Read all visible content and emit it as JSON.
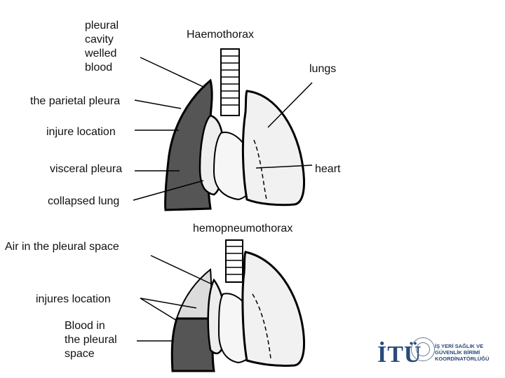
{
  "diagram": {
    "top_title": "Haemothorax",
    "bottom_title": "hemopneumothorax",
    "labels": {
      "pleural_cavity": [
        "pleural",
        "cavity",
        "welled",
        "blood"
      ],
      "lungs": "lungs",
      "parietal_pleura": "the parietal pleura",
      "injure_location": "injure location",
      "visceral_pleura": "visceral pleura",
      "heart": "heart",
      "collapsed_lung": "collapsed lung",
      "air_in_pleural_space": "Air in the pleural space",
      "injures_location": "injures location",
      "blood_in_pleural_space": [
        "Blood in",
        "the pleural",
        "space"
      ]
    }
  },
  "logo": {
    "mark": "İTÜ",
    "lines": [
      "İŞ YERİ SAĞLIK VE",
      "GÜVENLİK BİRİMİ",
      "KOORDİNATÖRLÜĞÜ"
    ],
    "color": "#2a4a7a"
  }
}
